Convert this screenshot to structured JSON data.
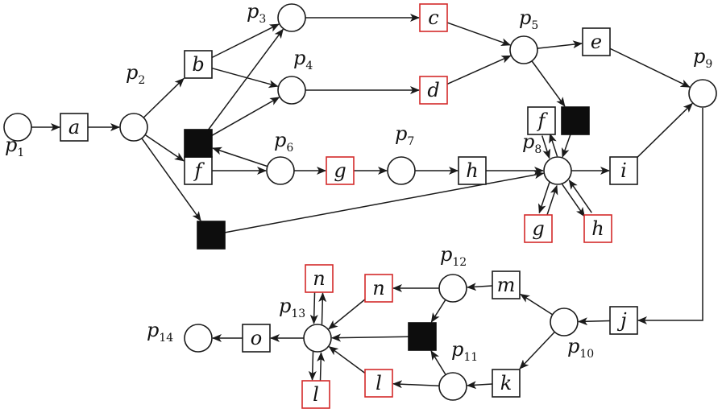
{
  "colors": {
    "normal": "#1a1a1a",
    "highlight": "#d42a2a",
    "silent": "#0d0d0d"
  },
  "places": [
    {
      "id": "p1",
      "label": "p",
      "sub": "1"
    },
    {
      "id": "p2",
      "label": "p",
      "sub": "2"
    },
    {
      "id": "p3",
      "label": "p",
      "sub": "3"
    },
    {
      "id": "p4",
      "label": "p",
      "sub": "4"
    },
    {
      "id": "p5",
      "label": "p",
      "sub": "5"
    },
    {
      "id": "p6",
      "label": "p",
      "sub": "6"
    },
    {
      "id": "p7",
      "label": "p",
      "sub": "7"
    },
    {
      "id": "p8",
      "label": "p",
      "sub": "8"
    },
    {
      "id": "p9",
      "label": "p",
      "sub": "9"
    },
    {
      "id": "p10",
      "label": "p",
      "sub": "10"
    },
    {
      "id": "p11",
      "label": "p",
      "sub": "11"
    },
    {
      "id": "p12",
      "label": "p",
      "sub": "12"
    },
    {
      "id": "p13",
      "label": "p",
      "sub": "13"
    },
    {
      "id": "p14",
      "label": "p",
      "sub": "14"
    }
  ],
  "transitions": [
    {
      "id": "a",
      "label": "a",
      "highlight": false
    },
    {
      "id": "b",
      "label": "b",
      "highlight": false
    },
    {
      "id": "c",
      "label": "c",
      "highlight": true
    },
    {
      "id": "d",
      "label": "d",
      "highlight": true
    },
    {
      "id": "e",
      "label": "e",
      "highlight": false
    },
    {
      "id": "f1",
      "label": "f",
      "highlight": false
    },
    {
      "id": "f2",
      "label": "f",
      "highlight": false
    },
    {
      "id": "g1",
      "label": "g",
      "highlight": true
    },
    {
      "id": "g2",
      "label": "g",
      "highlight": true
    },
    {
      "id": "h1",
      "label": "h",
      "highlight": false
    },
    {
      "id": "h2",
      "label": "h",
      "highlight": true
    },
    {
      "id": "i",
      "label": "i",
      "highlight": false
    },
    {
      "id": "j",
      "label": "j",
      "highlight": false
    },
    {
      "id": "k",
      "label": "k",
      "highlight": false
    },
    {
      "id": "l1",
      "label": "l",
      "highlight": true
    },
    {
      "id": "l2",
      "label": "l",
      "highlight": true
    },
    {
      "id": "m",
      "label": "m",
      "highlight": false
    },
    {
      "id": "n1",
      "label": "n",
      "highlight": true
    },
    {
      "id": "n2",
      "label": "n",
      "highlight": true
    },
    {
      "id": "o",
      "label": "o",
      "highlight": false
    },
    {
      "id": "s1",
      "label": "",
      "silent": true
    },
    {
      "id": "s2",
      "label": "",
      "silent": true
    },
    {
      "id": "s3",
      "label": "",
      "silent": true
    },
    {
      "id": "s4",
      "label": "",
      "silent": true
    }
  ],
  "arcs": [
    [
      "p1",
      "a"
    ],
    [
      "a",
      "p2"
    ],
    [
      "p2",
      "b"
    ],
    [
      "p2",
      "f1"
    ],
    [
      "p2",
      "s2"
    ],
    [
      "b",
      "p3"
    ],
    [
      "b",
      "p4"
    ],
    [
      "s1",
      "p3"
    ],
    [
      "s1",
      "p4"
    ],
    [
      "p3",
      "c"
    ],
    [
      "p4",
      "d"
    ],
    [
      "c",
      "p5"
    ],
    [
      "d",
      "p5"
    ],
    [
      "p5",
      "e"
    ],
    [
      "p5",
      "s3"
    ],
    [
      "e",
      "p9"
    ],
    [
      "f1",
      "p6"
    ],
    [
      "p6",
      "s1"
    ],
    [
      "p6",
      "g1"
    ],
    [
      "g1",
      "p7"
    ],
    [
      "p7",
      "h1"
    ],
    [
      "h1",
      "p8"
    ],
    [
      "s2",
      "p8"
    ],
    [
      "s3",
      "p8"
    ],
    [
      "p8",
      "f2"
    ],
    [
      "f2",
      "p8"
    ],
    [
      "p8",
      "g2"
    ],
    [
      "g2",
      "p8"
    ],
    [
      "p8",
      "h2"
    ],
    [
      "h2",
      "p8"
    ],
    [
      "p8",
      "i"
    ],
    [
      "i",
      "p9"
    ],
    [
      "p9",
      "j"
    ],
    [
      "j",
      "p10"
    ],
    [
      "p10",
      "m"
    ],
    [
      "p10",
      "k"
    ],
    [
      "m",
      "p12"
    ],
    [
      "k",
      "p11"
    ],
    [
      "p12",
      "n1"
    ],
    [
      "p12",
      "s4"
    ],
    [
      "p11",
      "l1"
    ],
    [
      "p11",
      "s4"
    ],
    [
      "n1",
      "p13"
    ],
    [
      "l1",
      "p13"
    ],
    [
      "s4",
      "p13"
    ],
    [
      "p13",
      "n2"
    ],
    [
      "n2",
      "p13"
    ],
    [
      "p13",
      "l2"
    ],
    [
      "l2",
      "p13"
    ],
    [
      "p13",
      "o"
    ],
    [
      "o",
      "p14"
    ]
  ]
}
